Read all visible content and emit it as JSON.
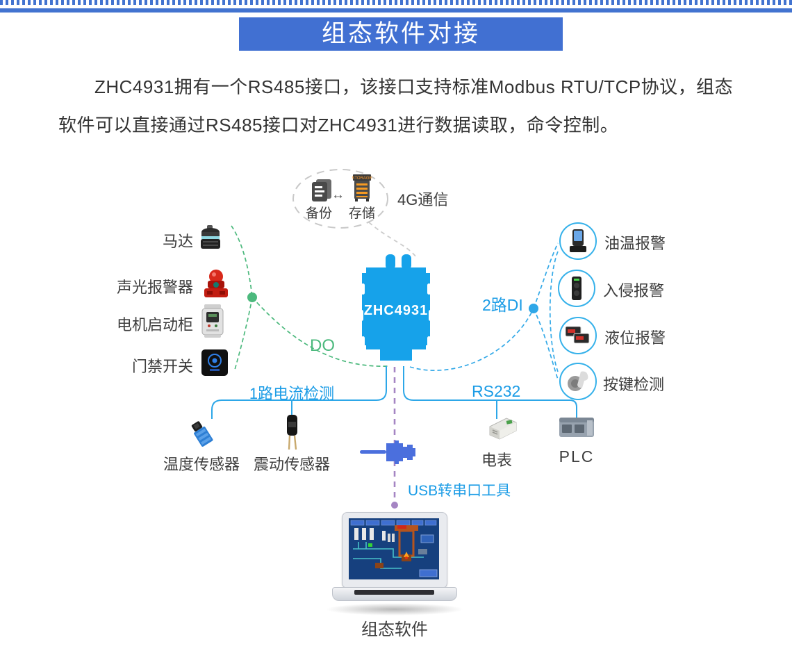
{
  "header": {
    "title": "组态软件对接"
  },
  "intro": {
    "text": "ZHC4931拥有一个RS485接口，该接口支持标准Modbus RTU/TCP协议，组态软件可以直接通过RS485接口对ZHC4931进行数据读取，命令控制。"
  },
  "cloud": {
    "backup_label": "备份",
    "storage_label": "存储",
    "storage_tag": "STORAGE",
    "arrow_glyph": "↔",
    "arrow_icon": "left-right-arrow-icon",
    "network_label": "4G通信"
  },
  "device": {
    "label": "ZHC4931"
  },
  "groups": {
    "do": {
      "port_label": "DO",
      "items": [
        {
          "label": "马达",
          "icon": "motor-icon"
        },
        {
          "label": "声光报警器",
          "icon": "sound-light-alarm-icon"
        },
        {
          "label": "电机启动柜",
          "icon": "motor-starter-cabinet-icon"
        },
        {
          "label": "门禁开关",
          "icon": "access-switch-icon"
        }
      ]
    },
    "di": {
      "port_label": "2路DI",
      "items": [
        {
          "label": "油温报警",
          "icon": "oil-temperature-alarm-icon"
        },
        {
          "label": "入侵报警",
          "icon": "intrusion-alarm-icon"
        },
        {
          "label": "液位报警",
          "icon": "liquid-level-alarm-icon"
        },
        {
          "label": "按键检测",
          "icon": "key-press-detect-icon"
        }
      ]
    },
    "current": {
      "port_label": "1路电流检测",
      "items": [
        {
          "label": "温度传感器",
          "icon": "temperature-sensor-icon"
        },
        {
          "label": "震动传感器",
          "icon": "vibration-sensor-icon"
        }
      ]
    },
    "rs232": {
      "port_label": "RS232",
      "items": [
        {
          "label": "电表",
          "icon": "power-meter-icon"
        },
        {
          "label": "PLC",
          "icon": "plc-icon"
        }
      ]
    }
  },
  "usb": {
    "label": "USB转串口工具",
    "icon": "usb-serial-adapter-icon"
  },
  "software": {
    "label": "组态软件",
    "icon": "laptop-icon"
  },
  "colors": {
    "accent_blue": "#4170d2",
    "device_blue": "#16a2ea",
    "line_blue": "#2ea9e9",
    "label_blue": "#1b9ce6",
    "line_green": "#4cb97d",
    "line_purple": "#a585c3",
    "usb_blue": "#4b6fdd"
  }
}
